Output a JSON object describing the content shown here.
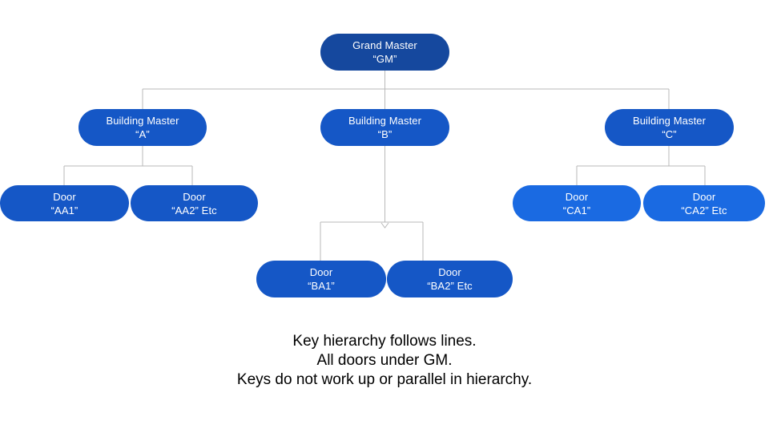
{
  "diagram": {
    "nodes": {
      "gm": {
        "line1": "Grand Master",
        "line2": "“GM”"
      },
      "bm_a": {
        "line1": "Building Master",
        "line2": "“A”"
      },
      "bm_b": {
        "line1": "Building Master",
        "line2": "“B”"
      },
      "bm_c": {
        "line1": "Building Master",
        "line2": "“C”"
      },
      "door_aa1": {
        "line1": "Door",
        "line2": "“AA1”"
      },
      "door_aa2": {
        "line1": "Door",
        "line2": "“AA2” Etc"
      },
      "door_ba1": {
        "line1": "Door",
        "line2": "“BA1”"
      },
      "door_ba2": {
        "line1": "Door",
        "line2": "“BA2” Etc"
      },
      "door_ca1": {
        "line1": "Door",
        "line2": "“CA1”"
      },
      "door_ca2": {
        "line1": "Door",
        "line2": "“CA2” Etc"
      }
    },
    "edges": [
      [
        "gm",
        "bm_a"
      ],
      [
        "gm",
        "bm_b"
      ],
      [
        "gm",
        "bm_c"
      ],
      [
        "bm_a",
        "door_aa1"
      ],
      [
        "bm_a",
        "door_aa2"
      ],
      [
        "bm_b",
        "door_ba1"
      ],
      [
        "bm_b",
        "door_ba2"
      ],
      [
        "bm_c",
        "door_ca1"
      ],
      [
        "bm_c",
        "door_ca2"
      ]
    ],
    "colors": {
      "gm_fill": "#15489E",
      "node_fill": "#1557C6",
      "door_c_fill": "#1A6AE2",
      "line": "#B9B9B9",
      "text": "#FFFFFF",
      "caption": "#000000"
    }
  },
  "caption": {
    "line1": "Key hierarchy follows lines.",
    "line2": "All doors under GM.",
    "line3": "Keys do not work up or parallel in hierarchy."
  }
}
